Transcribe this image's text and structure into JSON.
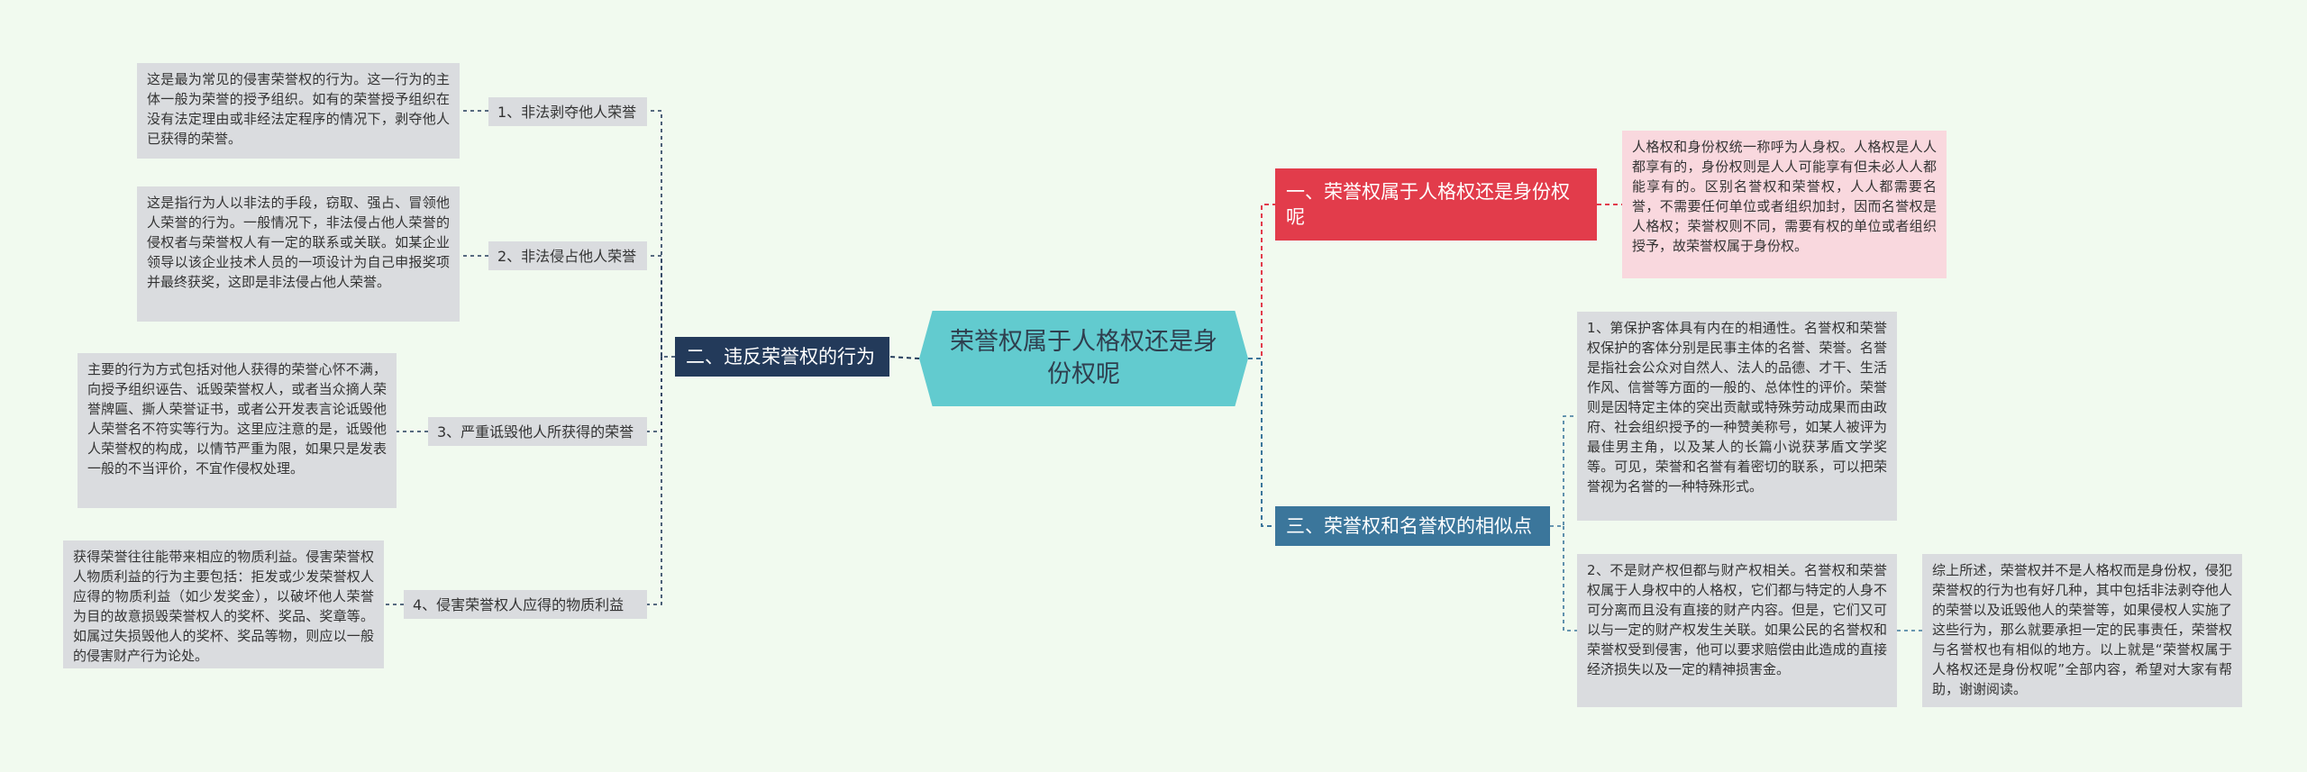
{
  "root": {
    "title": "荣誉权属于人格权还是身份权呢"
  },
  "branches": {
    "b1": {
      "label": "一、荣誉权属于人格权还是身份权呢",
      "detail": "人格权和身份权统一称呼为人身权。人格权是人人都享有的，身份权则是人人可能享有但未必人人都能享有的。区别名誉权和荣誉权，人人都需要名誉，不需要任何单位或者组织加封，因而名誉权是人格权；荣誉权则不同，需要有权的单位或者组织授予，故荣誉权属于身份权。"
    },
    "b2": {
      "label": "二、违反荣誉权的行为",
      "items": [
        {
          "label": "1、非法剥夺他人荣誉",
          "detail": "这是最为常见的侵害荣誉权的行为。这一行为的主体一般为荣誉的授予组织。如有的荣誉授予组织在没有法定理由或非经法定程序的情况下，剥夺他人已获得的荣誉。"
        },
        {
          "label": "2、非法侵占他人荣誉",
          "detail": "这是指行为人以非法的手段，窃取、强占、冒领他人荣誉的行为。一般情况下，非法侵占他人荣誉的侵权者与荣誉权人有一定的联系或关联。如某企业领导以该企业技术人员的一项设计为自己申报奖项并最终获奖，这即是非法侵占他人荣誉。"
        },
        {
          "label": "3、严重诋毁他人所获得的荣誉",
          "detail": "主要的行为方式包括对他人获得的荣誉心怀不满，向授予组织诬告、诋毁荣誉权人，或者当众摘人荣誉牌匾、撕人荣誉证书，或者公开发表言论诋毁他人荣誉名不符实等行为。这里应注意的是，诋毁他人荣誉权的构成，以情节严重为限，如果只是发表一般的不当评价，不宜作侵权处理。"
        },
        {
          "label": "4、侵害荣誉权人应得的物质利益",
          "detail": "获得荣誉往往能带来相应的物质利益。侵害荣誉权人物质利益的行为主要包括：拒发或少发荣誉权人应得的物质利益（如少发奖金），以破坏他人荣誉为目的故意损毁荣誉权人的奖杯、奖品、奖章等。如属过失损毁他人的奖杯、奖品等物，则应以一般的侵害财产行为论处。"
        }
      ]
    },
    "b3": {
      "label": "三、荣誉权和名誉权的相似点",
      "items": [
        {
          "detail": "1、第保护客体具有内在的相通性。名誉权和荣誉权保护的客体分别是民事主体的名誉、荣誉。名誉是指社会公众对自然人、法人的品德、才干、生活作风、信誉等方面的一般的、总体性的评价。荣誉则是因特定主体的突出贡献或特殊劳动成果而由政府、社会组织授予的一种赞美称号，如某人被评为最佳男主角，以及某人的长篇小说获茅盾文学奖等。可见，荣誉和名誉有着密切的联系，可以把荣誉视为名誉的一种特殊形式。"
        },
        {
          "detail": "2、不是财产权但都与财产权相关。名誉权和荣誉权属于人身权中的人格权，它们都与特定的人身不可分离而且没有直接的财产内容。但是，它们又可以与一定的财产权发生关联。如果公民的名誉权和荣誉权受到侵害，他可以要求赔偿由此造成的直接经济损失以及一定的精神损害金。"
        }
      ],
      "summary": "综上所述，荣誉权并不是人格权而是身份权，侵犯荣誉权的行为也有好几种，其中包括非法剥夺他人的荣誉以及诋毁他人的荣誉等，如果侵权人实施了这些行为，那么就要承担一定的民事责任，荣誉权与名誉权也有相似的地方。以上就是“荣誉权属于人格权还是身份权呢”全部内容，希望对大家有帮助，谢谢阅读。"
    }
  },
  "colors": {
    "background": "#f1faef",
    "root": "#62cbcf",
    "branch1": "#e23c4b",
    "branch2": "#233a5a",
    "branch3": "#3b769b",
    "leaf": "#dadcdf",
    "leaf_pink": "#f9d8de"
  }
}
